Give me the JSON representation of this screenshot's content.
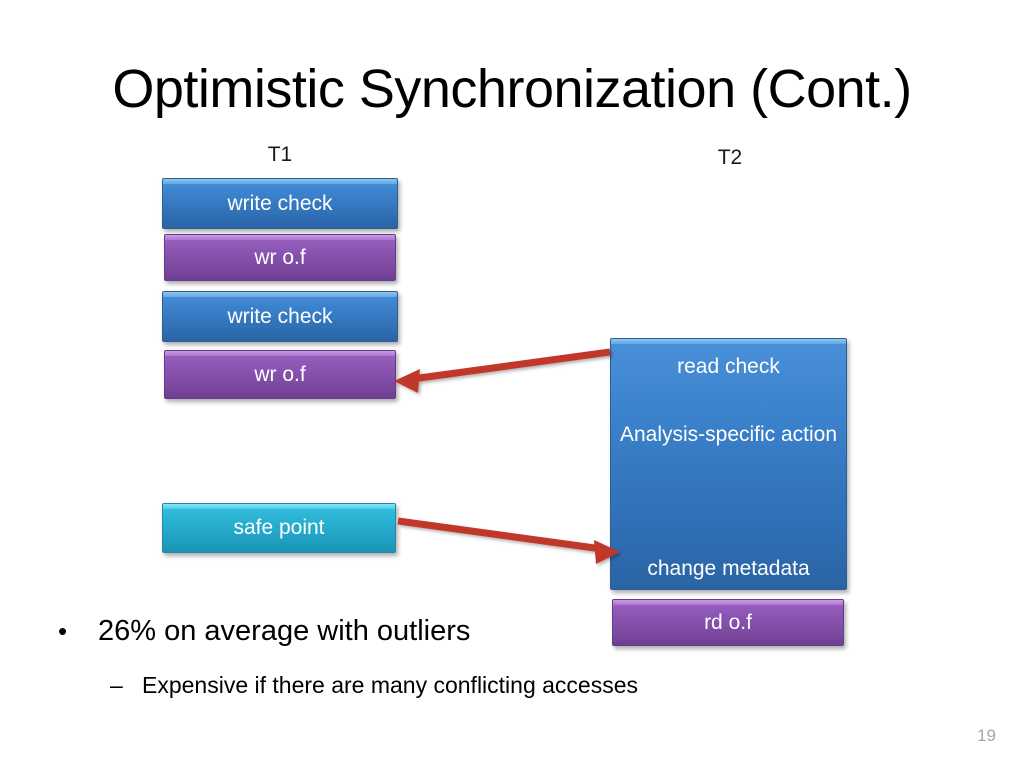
{
  "slide": {
    "title": "Optimistic Synchronization (Cont.)",
    "page_number": "19",
    "background_color": "#ffffff"
  },
  "columns": {
    "t1_label": "T1",
    "t2_label": "T2"
  },
  "t1_blocks": [
    {
      "label": "write check",
      "color": "#3b82cc",
      "kind": "blue"
    },
    {
      "label": "wr o.f",
      "color": "#8b55b3",
      "kind": "purple"
    },
    {
      "label": "write check",
      "color": "#3b82cc",
      "kind": "blue"
    },
    {
      "label": "wr o.f",
      "color": "#8b55b3",
      "kind": "purple"
    },
    {
      "label": "safe point",
      "color": "#2bb3d4",
      "kind": "cyan"
    }
  ],
  "t2_block": {
    "line_1": "read check",
    "line_2": "Analysis-specific action",
    "line_3": "change metadata",
    "color": "#3b82cc",
    "footer_label": "rd o.f",
    "footer_color": "#8b55b3"
  },
  "arrows": [
    {
      "name": "t2-to-wr-of",
      "direction": "left",
      "color": "#c0392b"
    },
    {
      "name": "safe-point-to-t2",
      "direction": "right",
      "color": "#c0392b"
    }
  ],
  "bullets": {
    "level1_marker": "•",
    "level1_text": "26% on average with outliers",
    "level2_marker": "–",
    "level2_text": "Expensive if there are many conflicting accesses"
  }
}
